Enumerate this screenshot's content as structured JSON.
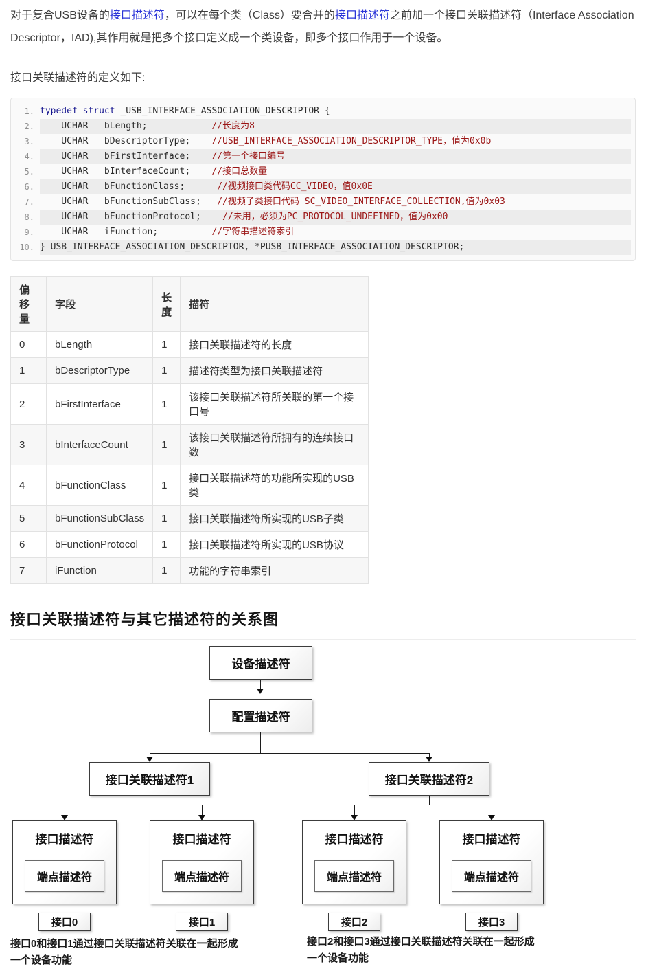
{
  "colors": {
    "link": "#2b35d8",
    "keyword": "#16168f",
    "comment": "#9b1515"
  },
  "intro": {
    "t1": "对于复合USB设备的",
    "link1": "接口描述符",
    "t2": "，可以在每个类（Class）要合并的",
    "link2": "接口描述符",
    "t3": "之前加一个接口关联描述符（Interface Association Descriptor，IAD),其作用就是把多个接口定义成一个类设备，即多个接口作用于一个设备。"
  },
  "definition_label": "接口关联描述符的定义如下:",
  "code": {
    "lines": [
      {
        "num": "1.",
        "kw": "typedef struct ",
        "code": "_USB_INTERFACE_ASSOCIATION_DESCRIPTOR {",
        "comment": ""
      },
      {
        "num": "2.",
        "kw": "",
        "code": "    UCHAR   bLength;            ",
        "comment": "//长度为8"
      },
      {
        "num": "3.",
        "kw": "",
        "code": "    UCHAR   bDescriptorType;    ",
        "comment": "//USB_INTERFACE_ASSOCIATION_DESCRIPTOR_TYPE，值为0x0b"
      },
      {
        "num": "4.",
        "kw": "",
        "code": "    UCHAR   bFirstInterface;    ",
        "comment": "//第一个接口编号"
      },
      {
        "num": "5.",
        "kw": "",
        "code": "    UCHAR   bInterfaceCount;    ",
        "comment": "//接口总数量"
      },
      {
        "num": "6.",
        "kw": "",
        "code": "    UCHAR   bFunctionClass;      ",
        "comment": "//视频接口类代码CC_VIDEO，值0x0E"
      },
      {
        "num": "7.",
        "kw": "",
        "code": "    UCHAR   bFunctionSubClass;   ",
        "comment": "//视频子类接口代码 SC_VIDEO_INTERFACE_COLLECTION,值为0x03"
      },
      {
        "num": "8.",
        "kw": "",
        "code": "    UCHAR   bFunctionProtocol;    ",
        "comment": "//未用，必须为PC_PROTOCOL_UNDEFINED，值为0x00"
      },
      {
        "num": "9.",
        "kw": "",
        "code": "    UCHAR   iFunction;          ",
        "comment": "//字符串描述符索引"
      },
      {
        "num": "10.",
        "kw": "",
        "code": "} USB_INTERFACE_ASSOCIATION_DESCRIPTOR, *PUSB_INTERFACE_ASSOCIATION_DESCRIPTOR;",
        "comment": ""
      }
    ]
  },
  "table": {
    "headers": [
      "偏移量",
      "字段",
      "长度",
      "描符"
    ],
    "rows": [
      [
        "0",
        "bLength",
        "1",
        "接口关联描述符的长度"
      ],
      [
        "1",
        "bDescriptorType",
        "1",
        "描述符类型为接口关联描述符"
      ],
      [
        "2",
        "bFirstInterface",
        "1",
        "该接口关联描述符所关联的第一个接口号"
      ],
      [
        "3",
        "bInterfaceCount",
        "1",
        "该接口关联描述符所拥有的连续接口数"
      ],
      [
        "4",
        "bFunctionClass",
        "1",
        "接口关联描述符的功能所实现的USB类"
      ],
      [
        "5",
        "bFunctionSubClass",
        "1",
        "接口关联描述符所实现的USB子类"
      ],
      [
        "6",
        "bFunctionProtocol",
        "1",
        "接口关联描述符所实现的USB协议"
      ],
      [
        "7",
        "iFunction",
        "1",
        "功能的字符串索引"
      ]
    ]
  },
  "section_heading": "接口关联描述符与其它描述符的关系图",
  "diagram": {
    "device_box": "设备描述符",
    "config_box": "配置描述符",
    "iad1_box": "接口关联描述符1",
    "iad2_box": "接口关联描述符2",
    "interface_boxes": [
      {
        "title": "接口描述符",
        "endpoint": "端点描述符"
      },
      {
        "title": "接口描述符",
        "endpoint": "端点描述符"
      },
      {
        "title": "接口描述符",
        "endpoint": "端点描述符"
      },
      {
        "title": "接口描述符",
        "endpoint": "端点描述符"
      }
    ],
    "port_labels": [
      "接口0",
      "接口1",
      "接口2",
      "接口3"
    ],
    "caption_left": "接口0和接口1通过接口关联描述符关联在一起形成一个设备功能",
    "caption_right": "接口2和接口3通过接口关联描述符关联在一起形成一个设备功能"
  }
}
